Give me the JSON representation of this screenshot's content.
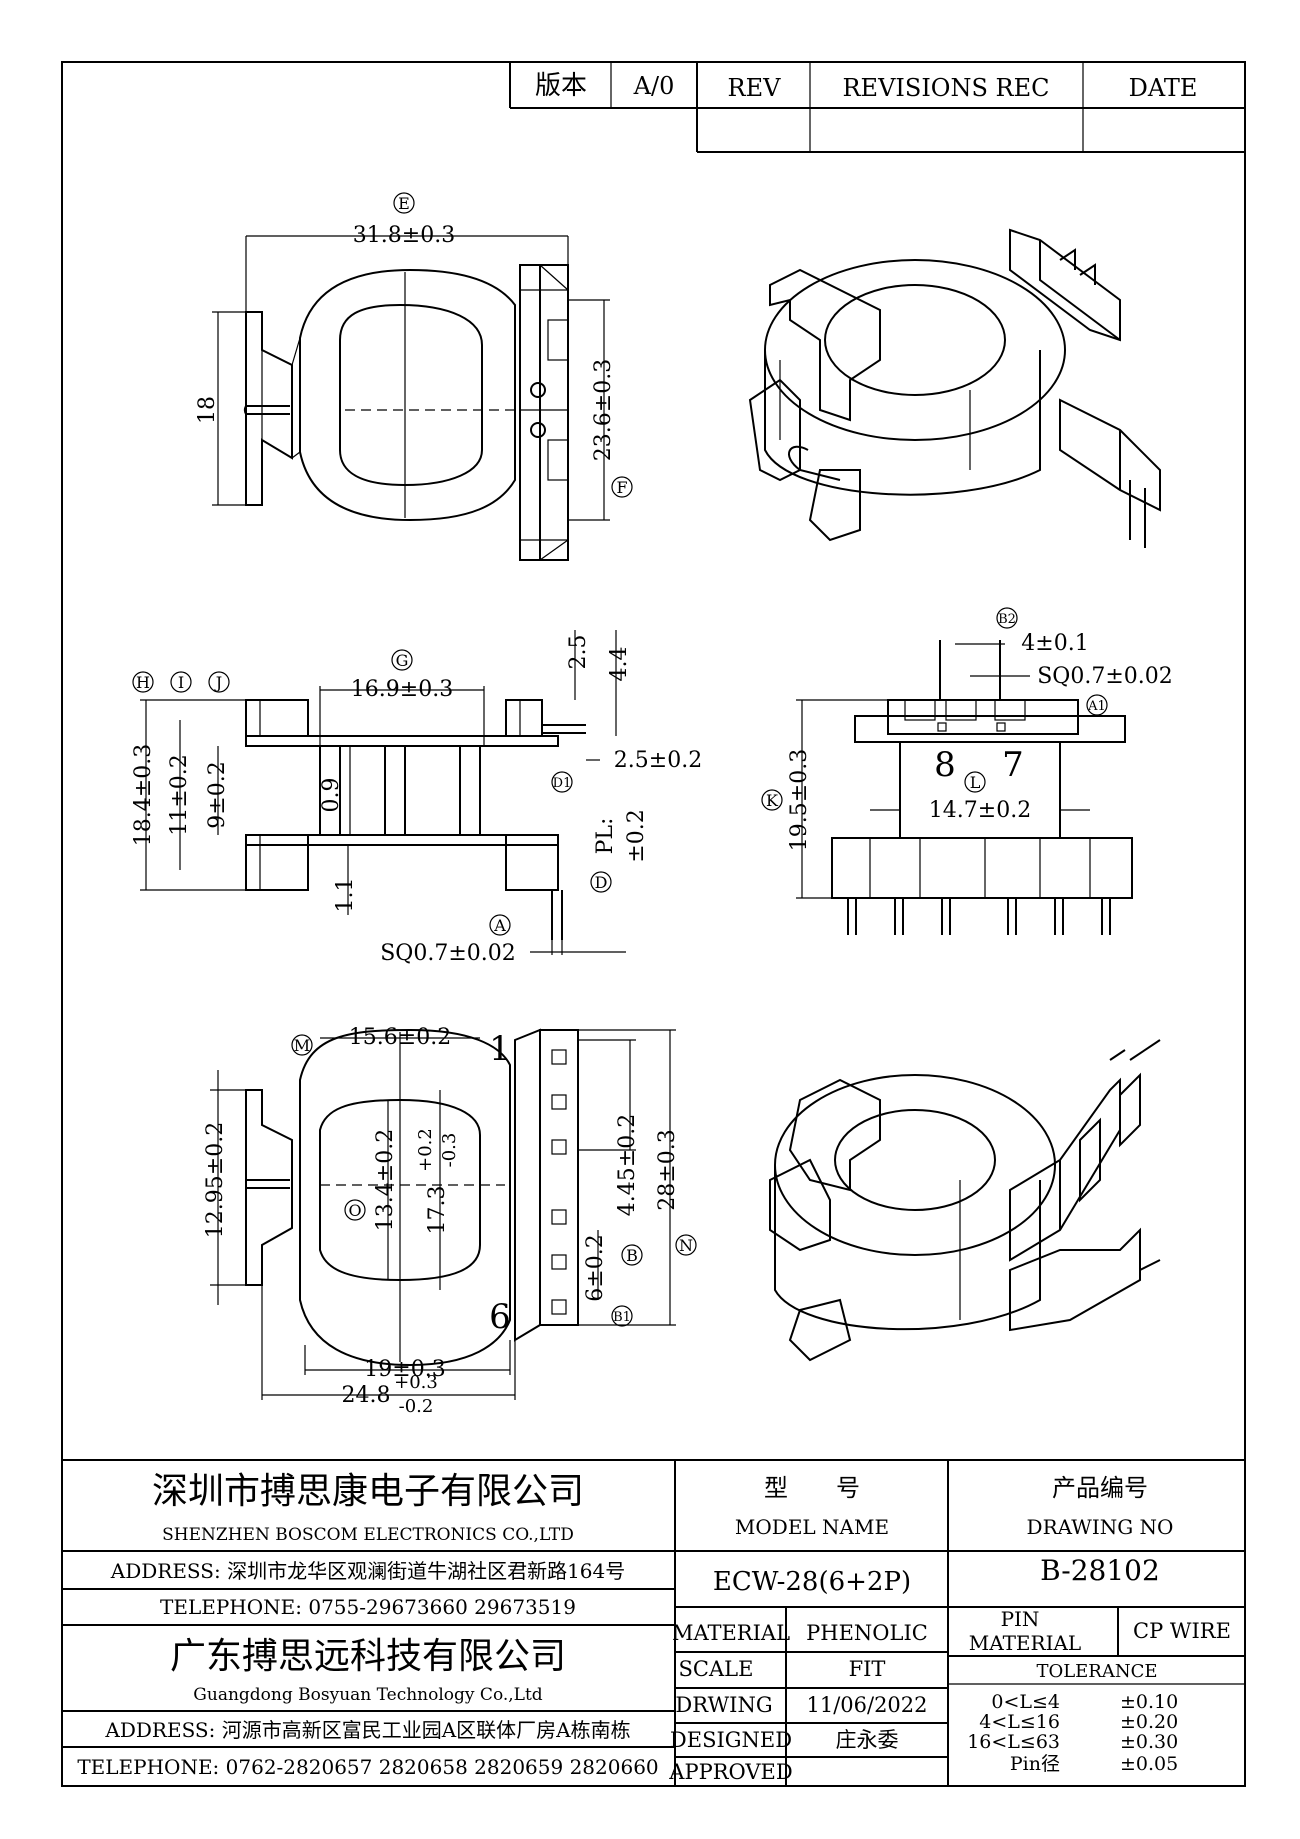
{
  "revision_table": {
    "version_label": "版本",
    "version_value": "A/0",
    "rev_header": "REV",
    "revisions_header": "REVISIONS REC",
    "date_header": "DATE"
  },
  "dimensions": {
    "top_view": {
      "E_tag": "E",
      "E": "31.8±0.3",
      "height": "18",
      "F": "23.6±0.3",
      "F_tag": "F"
    },
    "side_view": {
      "G_tag": "G",
      "G": "16.9±0.3",
      "H_tag": "H",
      "I_tag": "I",
      "J_tag": "J",
      "H": "18.4±0.3",
      "I": "11±0.2",
      "J": "9±0.2",
      "wall": "0.9",
      "base": "1.1",
      "top_a": "2.5",
      "top_b": "4.4",
      "D1_tag": "D1",
      "D1": "2.5±0.2",
      "PL": "PL:",
      "PL_tol": "±0.2",
      "D_tag": "D",
      "A_tag": "A",
      "A": "SQ0.7±0.02"
    },
    "end_view": {
      "B2_tag": "B2",
      "B2": "4±0.1",
      "A1": "SQ0.7±0.02",
      "A1_tag": "A1",
      "pin8": "8",
      "pin7": "7",
      "L_tag": "L",
      "L": "14.7±0.2",
      "K_tag": "K",
      "K": "19.5±0.3"
    },
    "bottom_view": {
      "M_tag": "M",
      "M": "15.6±0.2",
      "pin1": "1",
      "pin6": "6",
      "left_height": "12.95±0.2",
      "O_tag": "O",
      "inner_h": "13.4±0.2",
      "inner_d": "17.3",
      "inner_d_plus": "+0.2",
      "inner_d_minus": "-0.3",
      "B": "4.45±0.2",
      "B_tag": "B",
      "N": "28±0.3",
      "N_tag": "N",
      "B1": "6±0.2",
      "B1_tag": "B1",
      "width19": "19±0.3",
      "width248": "24.8",
      "width248_plus": "+0.3",
      "width248_minus": "-0.2"
    }
  },
  "title_block": {
    "company1_cn": "深圳市搏思康电子有限公司",
    "company1_en": "SHENZHEN BOSCOM ELECTRONICS CO.,LTD",
    "address1": "ADDRESS: 深圳市龙华区观澜街道牛湖社区君新路164号",
    "telephone1": "TELEPHONE: 0755-29673660 29673519",
    "company2_cn": "广东搏思远科技有限公司",
    "company2_en": "Guangdong Bosyuan Technology Co.,Ltd",
    "address2": "ADDRESS: 河源市高新区富民工业园A区联体厂房A栋南栋",
    "telephone2": "TELEPHONE: 0762-2820657 2820658 2820659 2820660",
    "model_cn": "型　　号",
    "model_en": "MODEL NAME",
    "model_value": "ECW-28(6+2P)",
    "drawing_cn": "产品编号",
    "drawing_en": "DRAWING NO",
    "drawing_value": "B-28102",
    "material_label": "MATERIAL",
    "material_value": "PHENOLIC",
    "pin_label": "PIN",
    "pin_material_label": "MATERIAL",
    "pin_material_value": "CP WIRE",
    "scale_label": "SCALE",
    "scale_value": "FIT",
    "tolerance_label": "TOLERANCE",
    "drawing_label": "DRWING",
    "drawing_date": "11/06/2022",
    "designed_label": "DESIGNED",
    "designer": "庄永委",
    "approved_label": "APPROVED",
    "tolerances": [
      {
        "range": "0<L≤4",
        "tol": "±0.10"
      },
      {
        "range": "4<L≤16",
        "tol": "±0.20"
      },
      {
        "range": "16<L≤63",
        "tol": "±0.30"
      },
      {
        "range": "Pin径",
        "tol": "±0.05"
      }
    ]
  }
}
